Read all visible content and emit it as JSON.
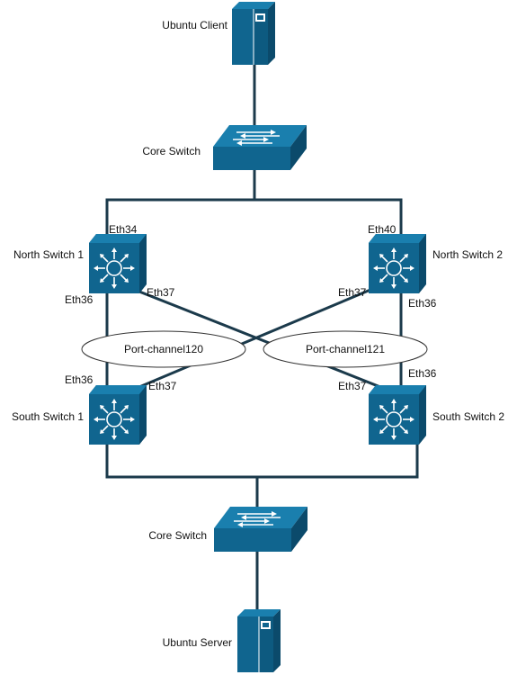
{
  "colors": {
    "device": "#10658f",
    "device_dark": "#0b4a6b",
    "device_light": "#1a7fae",
    "link": "#1b3a4b"
  },
  "nodes": {
    "ubuntu_client": {
      "label": "Ubuntu Client",
      "icon": "server-tower-icon"
    },
    "core_switch_top": {
      "label": "Core Switch",
      "icon": "workgroup-switch-icon"
    },
    "north_switch_1": {
      "label": "North Switch 1",
      "icon": "multilayer-switch-icon"
    },
    "north_switch_2": {
      "label": "North Switch 2",
      "icon": "multilayer-switch-icon"
    },
    "south_switch_1": {
      "label": "South Switch 1",
      "icon": "multilayer-switch-icon"
    },
    "south_switch_2": {
      "label": "South Switch 2",
      "icon": "multilayer-switch-icon"
    },
    "core_switch_bottom": {
      "label": "Core Switch",
      "icon": "workgroup-switch-icon"
    },
    "ubuntu_server": {
      "label": "Ubuntu Server",
      "icon": "server-tower-icon"
    }
  },
  "port_channels": {
    "pc120": "Port-channel120",
    "pc121": "Port-channel121"
  },
  "ports": {
    "ns1_top": "Eth34",
    "ns1_bottom_left": "Eth36",
    "ns1_bottom_right": "Eth37",
    "ns2_top": "Eth40",
    "ns2_bottom_left": "Eth37",
    "ns2_bottom_right": "Eth36",
    "ss1_top_left": "Eth36",
    "ss1_top_right": "Eth37",
    "ss2_top_left": "Eth37",
    "ss2_top_right": "Eth36"
  }
}
